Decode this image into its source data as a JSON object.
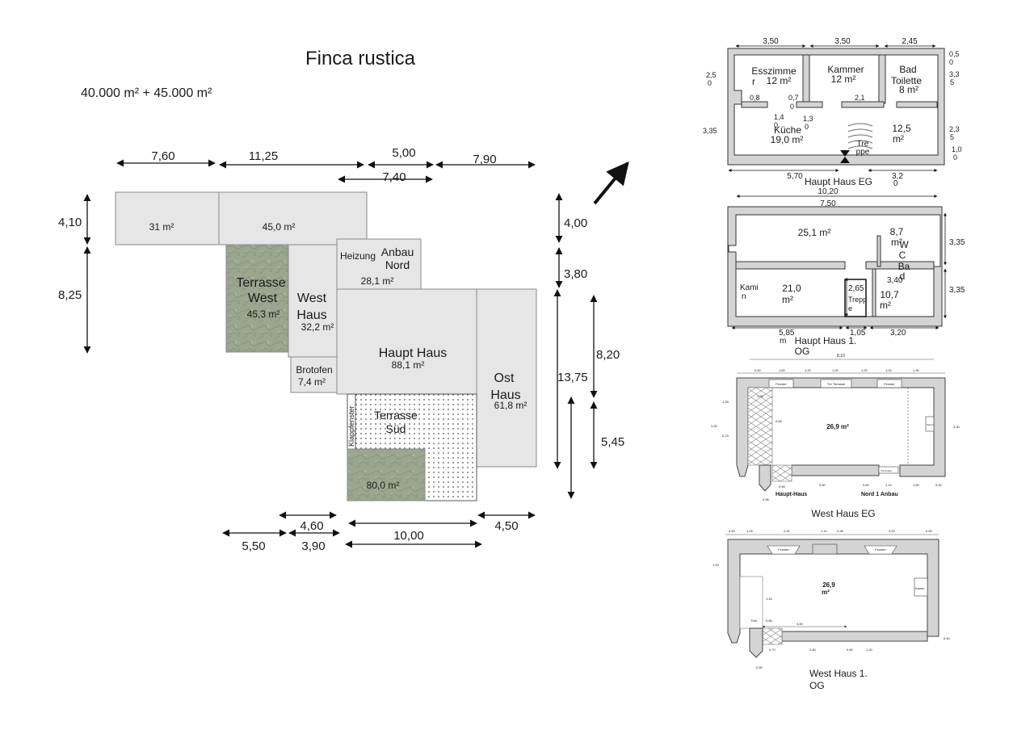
{
  "site": {
    "title": "Finca rustica",
    "area": "40.000 m² + 45.000 m²",
    "top_dims": [
      "7,60",
      "11,25",
      "5,00",
      "7,90",
      "7,40"
    ],
    "left_dims": [
      "4,10",
      "8,25"
    ],
    "right_dims": [
      "4,00",
      "3,80",
      "8,20",
      "13,75",
      "5,45"
    ],
    "bottom_dims": [
      "4,60",
      "5,50",
      "3,90",
      "10,00",
      "4,50"
    ],
    "rooms": {
      "room_31": "31 m²",
      "room_45": "45,0 m²",
      "terrasse_west": [
        "Terrasse",
        "West"
      ],
      "terrasse_west_area": "45,3 m²",
      "west_haus": [
        "West",
        "Haus"
      ],
      "west_haus_area": "32,2 m²",
      "heizung": "Heizung",
      "anbau_nord": [
        "Anbau",
        "Nord"
      ],
      "anbau_area": "28,1 m²",
      "haupt_haus": "Haupt Haus",
      "haupt_area": "88,1 m²",
      "ost_haus": [
        "Ost",
        "Haus"
      ],
      "ost_area": "61,8 m²",
      "brotofen": "Brotofen",
      "brotofen_area": "7,4 m²",
      "klappfenster": "Klappfenster",
      "terrasse_sued": [
        "Terrasse",
        "Süd"
      ],
      "area_80": "80,0 m²"
    }
  },
  "haupt_eg": {
    "caption": "Haupt Haus  EG",
    "top_dims": [
      "3,50",
      "3,50",
      "2,45"
    ],
    "rooms": {
      "esszimmer": [
        "Esszimme",
        "r",
        "12 m²"
      ],
      "kammer": [
        "Kammer",
        "12 m²"
      ],
      "bad": [
        "Bad",
        "Toilette",
        "8 m²"
      ],
      "kueche": [
        "Küche",
        "19,0 m²"
      ],
      "room_125": [
        "12,5",
        "m²"
      ],
      "treppe": [
        "Tre",
        "ppe"
      ]
    },
    "dims": [
      "2,5",
      "0",
      "0,8",
      "0,7",
      "0",
      "1,4",
      "0",
      "1,3",
      "0",
      "2,1",
      "3,35",
      "0,5",
      "0",
      "3,3",
      "5",
      "2,3",
      "5",
      "1,0",
      "0",
      "5,70",
      "3,2",
      "0"
    ]
  },
  "haupt_og": {
    "caption": [
      "Haupt Haus 1.",
      "OG"
    ],
    "dims": [
      "10,20",
      "7,50",
      "3,35",
      "3,35",
      "5,85",
      "m",
      "1,05",
      "3,20",
      "3,40",
      "2,65"
    ],
    "rooms": {
      "r1": "25,1 m²",
      "r2": [
        "8,7",
        "m²"
      ],
      "wc": [
        "W",
        "C",
        "Ba",
        "d"
      ],
      "kamin": [
        "Kami",
        "n"
      ],
      "r3": [
        "21,0",
        "m²"
      ],
      "treppe": [
        "Trepp",
        "e"
      ],
      "r4": [
        "10,7",
        "m²"
      ]
    }
  },
  "west_eg": {
    "caption": "West Haus EG",
    "area": "26,9 m²",
    "labels": [
      "Haupt-Haus",
      "Nord 1  Anbau",
      "Fenster",
      "Tür Terrasse",
      "Fenster",
      "Kamin",
      "Tür Anbau"
    ],
    "dims": [
      "8,10",
      "0,60",
      "1,60",
      "1,20",
      "1,00",
      "1,20",
      "1,00",
      "1,30",
      "1,28",
      "1,00",
      "3,30",
      "2,23",
      "3,30",
      "0,65",
      "0,55",
      "3,30",
      "0,60",
      "1,10",
      "1,60",
      "0,40",
      "0,56"
    ]
  },
  "west_og": {
    "caption": [
      "West Haus 1.",
      "OG"
    ],
    "area": [
      "26,9",
      "m²"
    ],
    "labels": [
      "Fenster",
      "Fenster",
      "Kamin",
      "Türe"
    ],
    "dims": [
      "0,50",
      "1,05",
      "2,20",
      "1,10",
      "0,35",
      "3,00",
      "0,50",
      "1,00",
      "1,45",
      "0,85",
      "3,80",
      "0,70",
      "2,80",
      "0,60",
      "1,20",
      "0,40",
      "0,50"
    ]
  },
  "colors": {
    "building": "#e6e6e6",
    "outline": "#777777",
    "terrace_green": "#98a48a",
    "wall": "#d4d4d4"
  }
}
